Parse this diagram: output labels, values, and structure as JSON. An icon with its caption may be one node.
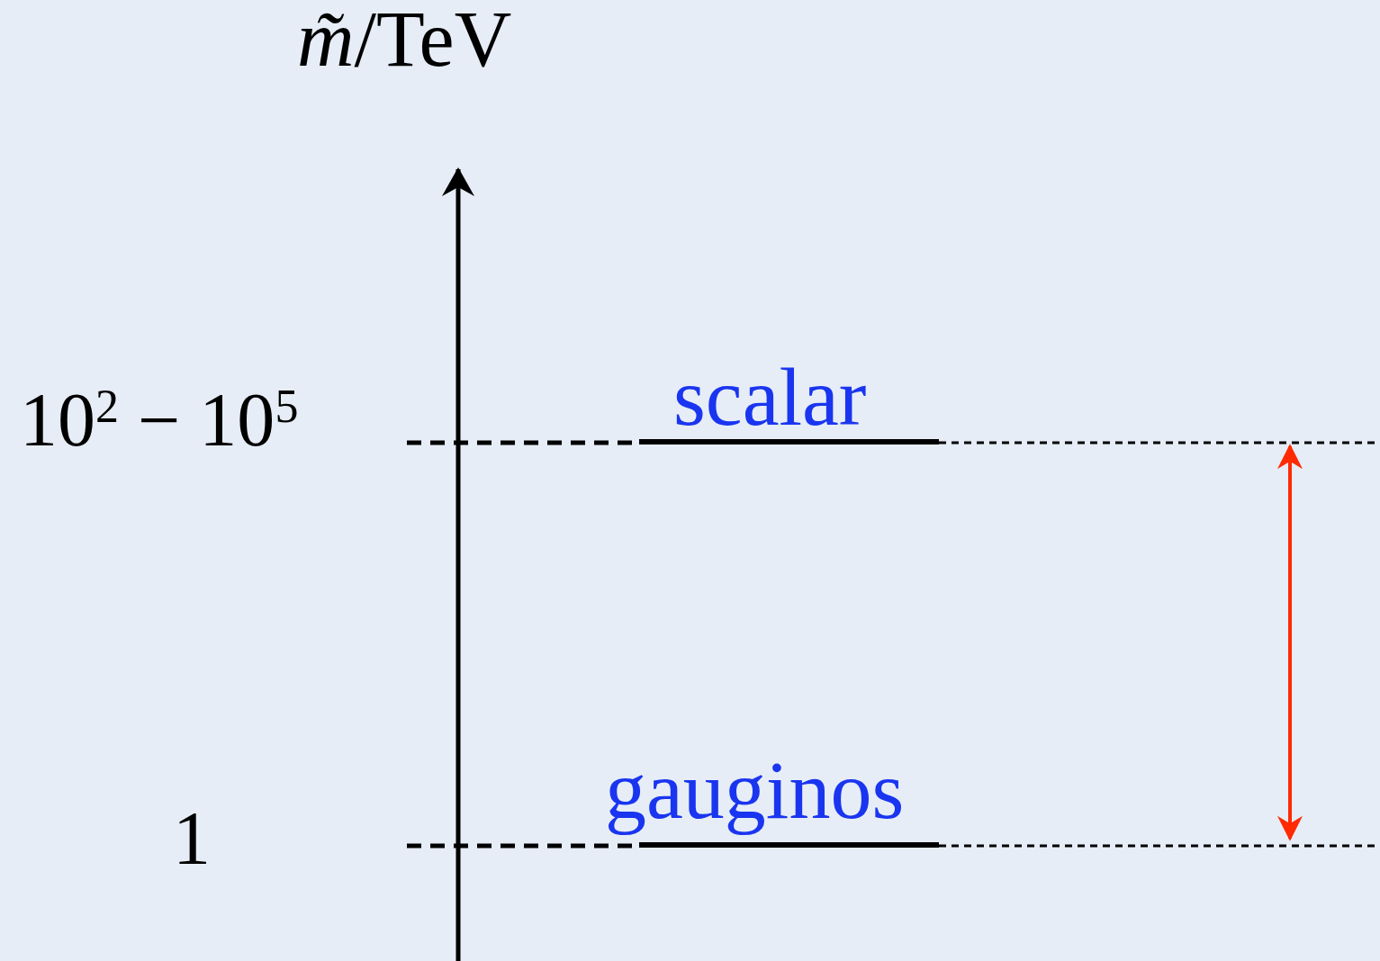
{
  "diagram": {
    "labels": [
      "*m̃*/TeV",
      "10$^{2}$ − 10$^{5}$",
      "scalar",
      "1",
      "gauginos"
    ]
  }
}
